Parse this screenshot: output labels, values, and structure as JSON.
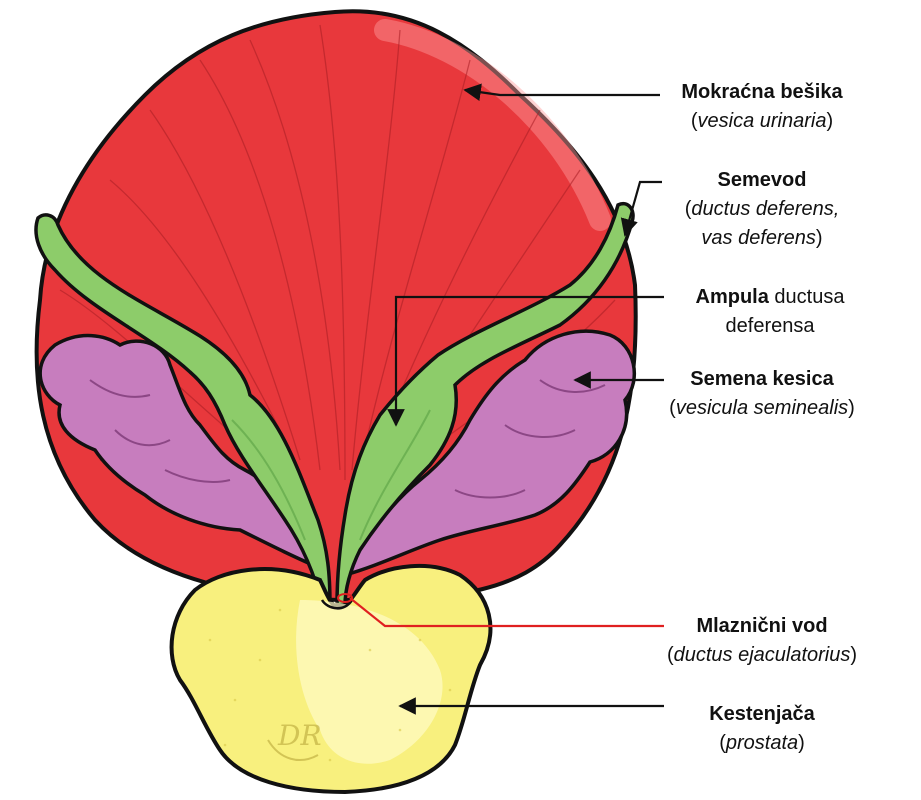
{
  "labels": {
    "bladder": {
      "bold": "Mokraćna bešika",
      "latin": "vesica urinaria"
    },
    "vas": {
      "bold": "Semevod",
      "latin_1": "ductus deferens,",
      "latin_2": "vas deferens"
    },
    "ampulla": {
      "bold": "Ampula",
      "rest_1": "ductusa",
      "rest_2": "deferensa"
    },
    "vesicle": {
      "bold": "Semena kesica",
      "latin": "vesicula seminealis"
    },
    "duct": {
      "bold": "Mlaznični vod",
      "latin": "ductus ejaculatorius"
    },
    "prostate": {
      "bold": "Kestenjača",
      "latin": "prostata"
    }
  },
  "signature": "DR",
  "colors": {
    "bladder": "#e8383c",
    "vas_deferens": "#8dcc6a",
    "seminal_vesicle": "#c77dbe",
    "prostate": "#f8f07e",
    "outline": "#111111",
    "duct_pointer": "#e02020",
    "pointer": "#111111"
  }
}
